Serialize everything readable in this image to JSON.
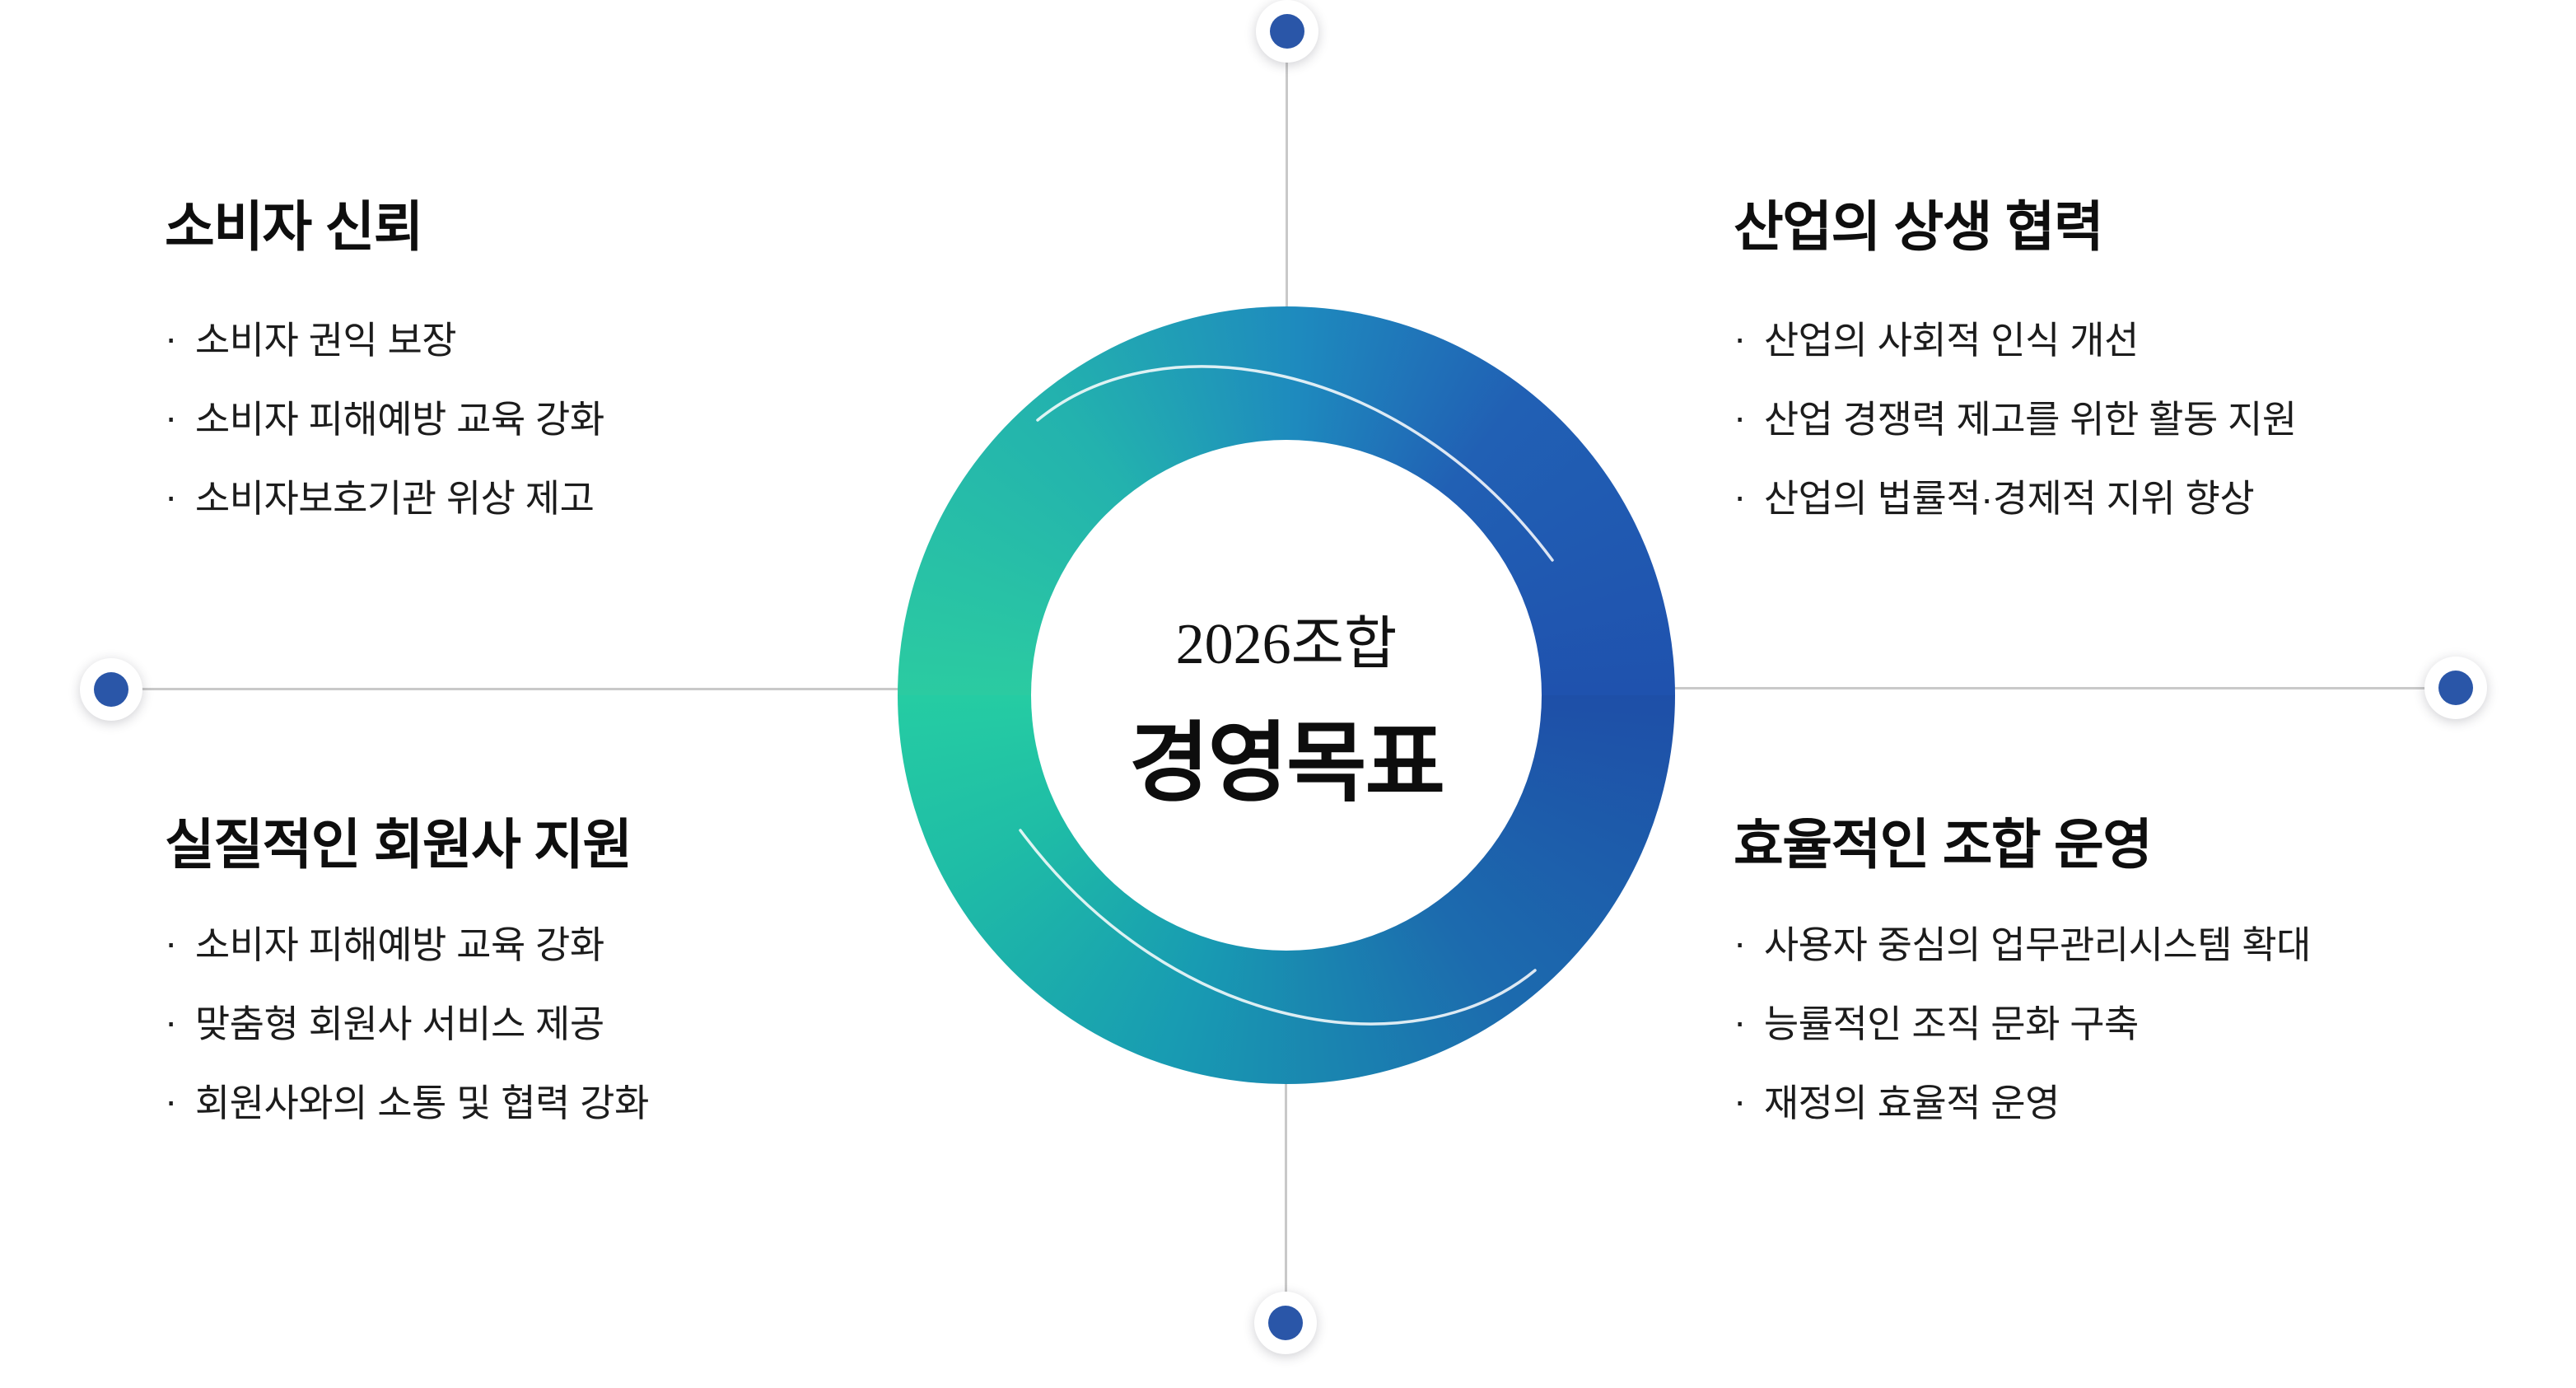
{
  "diagram": {
    "center": {
      "line1": "2026조합",
      "line2": "경영목표"
    },
    "bullet_char": "·",
    "sections": {
      "top_left": {
        "title": "소비자 신뢰",
        "items": [
          "소비자 권익 보장",
          "소비자 피해예방 교육 강화",
          "소비자보호기관 위상 제고"
        ]
      },
      "top_right": {
        "title": "산업의 상생 협력",
        "items": [
          "산업의 사회적 인식 개선",
          "산업 경쟁력 제고를 위한 활동 지원",
          "산업의 법률적·경제적 지위 향상"
        ]
      },
      "bottom_left": {
        "title": "실질적인 회원사 지원",
        "items": [
          "소비자 피해예방 교육 강화",
          "맞춤형 회원사 서비스 제공",
          "회원사와의 소통 및 협력 강화"
        ]
      },
      "bottom_right": {
        "title": "효율적인 조합 운영",
        "items": [
          "사용자 중심의 업무관리시스템 확대",
          "능률적인 조직 문화 구축",
          "재정의 효율적 운영"
        ]
      }
    },
    "colors": {
      "ring_green": "#2bcba1",
      "ring_teal": "#189bb2",
      "ring_blue_top": "#1f52ae",
      "ring_blue_bottom": "#1e4fa8",
      "node_blue": "#2a56a8",
      "connector_gray": "#c9c9c9",
      "text_dark": "#111111",
      "background": "#ffffff"
    }
  }
}
